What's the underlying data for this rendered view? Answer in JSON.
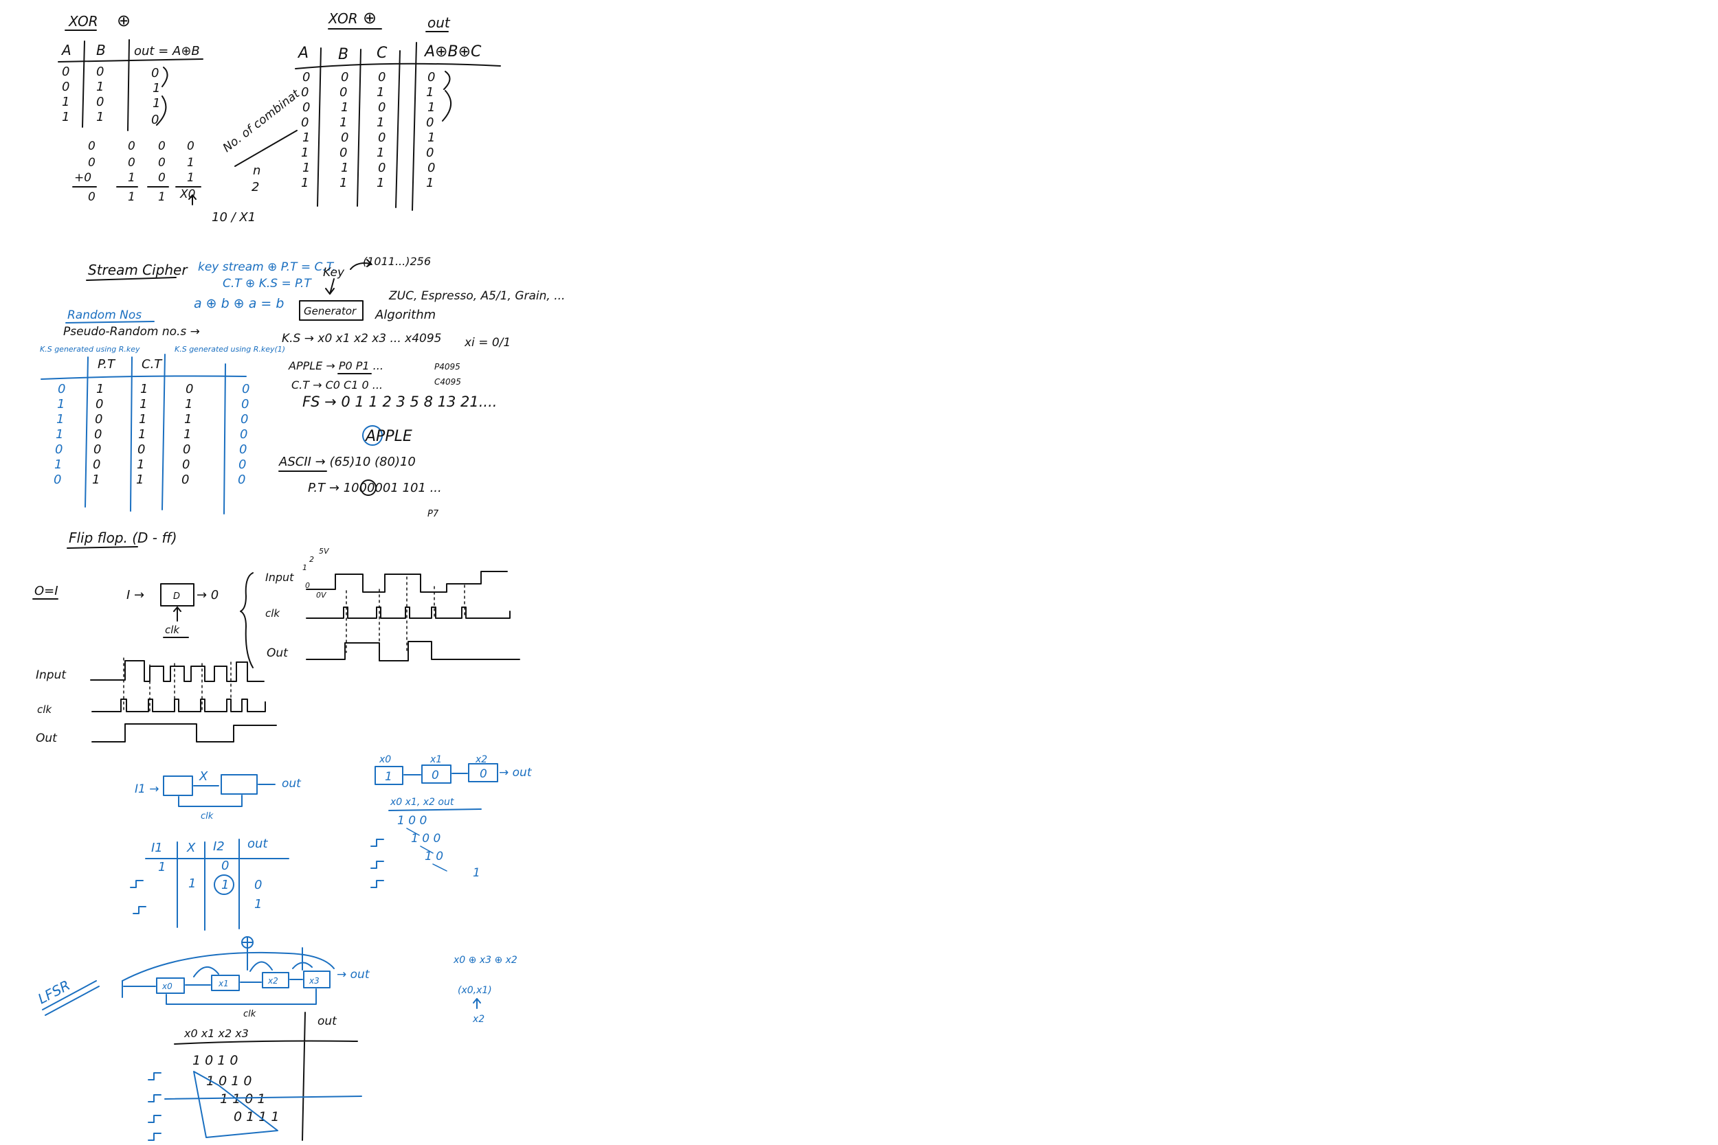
{
  "colors": {
    "ink": "#111111",
    "blue": "#1a6fc0"
  },
  "xor2": {
    "title": "XOR",
    "symbol": "⊕",
    "headers": [
      "A",
      "B",
      "out = A⊕B"
    ],
    "rows": [
      [
        "0",
        "0",
        "0"
      ],
      [
        "0",
        "1",
        "1"
      ],
      [
        "1",
        "0",
        "1"
      ],
      [
        "1",
        "1",
        "0"
      ]
    ],
    "sum_rows": [
      [
        "0",
        "0",
        "0",
        "0"
      ],
      [
        "0",
        "0",
        "0",
        "1"
      ],
      [
        "+0",
        "1",
        "0",
        "1"
      ],
      [
        "0",
        "1",
        "1",
        "X0"
      ]
    ],
    "note": "10 / X1"
  },
  "xor3": {
    "title": "XOR",
    "symbol": "⊕",
    "out_label": "out",
    "headers": [
      "A",
      "B",
      "C",
      "A⊕B⊕C"
    ],
    "rows": [
      [
        "0",
        "0",
        "0",
        "0"
      ],
      [
        "0",
        "0",
        "1",
        "1"
      ],
      [
        "0",
        "1",
        "0",
        "1"
      ],
      [
        "0",
        "1",
        "1",
        "0"
      ],
      [
        "1",
        "0",
        "0",
        "1"
      ],
      [
        "1",
        "0",
        "1",
        "0"
      ],
      [
        "1",
        "1",
        "0",
        "0"
      ],
      [
        "1",
        "1",
        "1",
        "1"
      ]
    ],
    "side_note": "No. of combinat",
    "n": "n",
    "two": "2"
  },
  "stream": {
    "title": "Stream Cipher",
    "eq1": "key stream ⊕ P.T = C.T.",
    "eq2": "C.T ⊕ K.S = P.T",
    "eq3": "a ⊕ b ⊕ a = b",
    "key": "Key",
    "key_val": "(1011...)256",
    "generator": "Generator",
    "algorithm": "Algorithm",
    "algos": "ZUC, Espresso, A5/1, Grain, ...",
    "ks_row": "K.S → x0 x1 x2 x3 ... x4095",
    "xi": "xi = 0/1",
    "apple_row": "APPLE → P0 P1 ...",
    "ct_row": "C.T → C0 C1 0 ...",
    "fs_row": "FS → 0 1 1 2 3 5 8 13 21....",
    "apple_word": "APPLE",
    "ascii_row": "ASCII → (65)10 (80)10",
    "pt_row": "P.T → 1000001   101 ...",
    "p7": "P7",
    "pe": "P4095",
    "ce": "C4095"
  },
  "random": {
    "title": "Random Nos",
    "sub": "Pseudo-Random  no.s →",
    "headers": [
      "K.S generated using R.key",
      "P.T",
      "C.T",
      "K.S generated using R.key(1)"
    ],
    "col_ks": [
      "0",
      "1",
      "1",
      "1",
      "0",
      "1",
      "0"
    ],
    "col_pt": [
      "1",
      "0",
      "0",
      "0",
      "0",
      "0",
      "1"
    ],
    "col_ct": [
      "1",
      "1",
      "1",
      "1",
      "0",
      "1",
      "1"
    ],
    "col_ks2": [
      "0",
      "1",
      "1",
      "1",
      "0",
      "0",
      "0"
    ],
    "col_out": [
      "0",
      "0",
      "0",
      "0",
      "0",
      "0",
      "0"
    ]
  },
  "flipflop": {
    "title": "Flip flop.  (D - ff)",
    "oi": "O=I",
    "d": "D",
    "i": "I →",
    "o": "→ 0",
    "clk": "clk",
    "input": "Input",
    "clk2": "clk",
    "out": "Out",
    "levels": [
      "1",
      "2",
      "5V",
      "0",
      "0V"
    ]
  },
  "chain": {
    "i1": "I1 →",
    "x": "X",
    "i2": "I2",
    "out": "out",
    "clk": "clk",
    "headers": [
      "I1",
      "X",
      "I2",
      "out"
    ],
    "rows": [
      [
        "1",
        "",
        "0",
        ""
      ],
      [
        "",
        "1",
        "1",
        "0"
      ],
      [
        "",
        "",
        "",
        "1"
      ]
    ]
  },
  "reg3": {
    "labels": [
      "x0",
      "x1",
      "x2"
    ],
    "cells": [
      "1",
      "0",
      "0"
    ],
    "out": "→ out",
    "table_header": "x0  x1, x2     out",
    "rows": [
      "1  0  0",
      "1  0  0",
      "1  0",
      "1"
    ]
  },
  "lfsr": {
    "title": "LFSR",
    "cells": [
      "x0",
      "x1",
      "x2",
      "x3"
    ],
    "out": "→ out",
    "clk": "clk",
    "table_header": "x0  x1   x2  x3",
    "out_col": "out",
    "rows": [
      "1  0  1  0",
      "1  0  1  0",
      "1  1  0  1",
      "0  1  1  1"
    ],
    "note1": "x0 ⊕ x3 ⊕ x2",
    "note2": "(x0,x1)",
    "note3": "x2"
  }
}
